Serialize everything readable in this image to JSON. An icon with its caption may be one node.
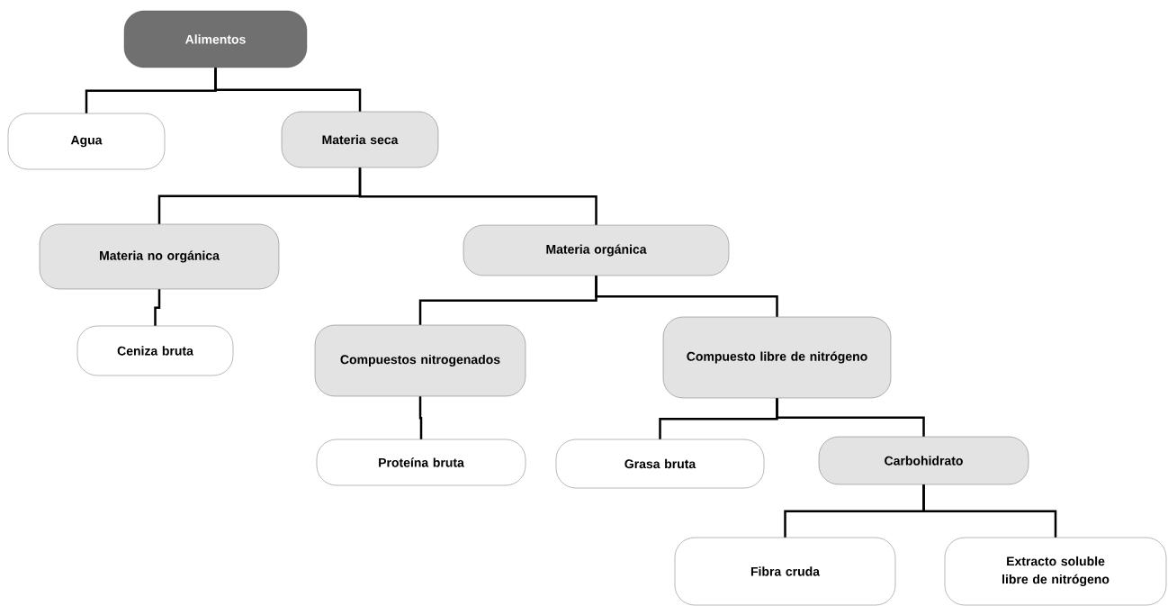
{
  "diagram": {
    "nodes": [
      {
        "text": [
          "Alimentos"
        ]
      },
      {
        "text": [
          "Agua"
        ]
      },
      {
        "text": [
          "Materia seca"
        ]
      },
      {
        "text": [
          "Materia no orgánica"
        ]
      },
      {
        "text": [
          "Materia orgánica"
        ]
      },
      {
        "text": [
          "Ceniza bruta"
        ]
      },
      {
        "text": [
          "Compuestos nitrogenados"
        ]
      },
      {
        "text": [
          "Compuesto libre de nitrógeno"
        ]
      },
      {
        "text": [
          "Proteína bruta"
        ]
      },
      {
        "text": [
          "Grasa bruta"
        ]
      },
      {
        "text": [
          "Carbohidrato"
        ]
      },
      {
        "text": [
          "Fibra cruda"
        ]
      },
      {
        "text": [
          "Extracto soluble libre de nitrógeno"
        ]
      }
    ],
    "edges": [
      {
        "from": 0,
        "to": 1,
        "arrow": "none"
      },
      {
        "from": 0,
        "to": 2,
        "arrow": "none"
      },
      {
        "from": 2,
        "to": 3,
        "arrow": "none"
      },
      {
        "from": 2,
        "to": 4,
        "arrow": "none"
      },
      {
        "from": 3,
        "to": 5,
        "arrow": "none"
      },
      {
        "from": 4,
        "to": 6,
        "arrow": "none"
      },
      {
        "from": 4,
        "to": 7,
        "arrow": "none"
      },
      {
        "from": 6,
        "to": 8,
        "arrow": "none"
      },
      {
        "from": 7,
        "to": 9,
        "arrow": "none"
      },
      {
        "from": 7,
        "to": 10,
        "arrow": "none"
      },
      {
        "from": 10,
        "to": 11,
        "arrow": "none"
      },
      {
        "from": 10,
        "to": 12,
        "arrow": "none"
      }
    ]
  }
}
